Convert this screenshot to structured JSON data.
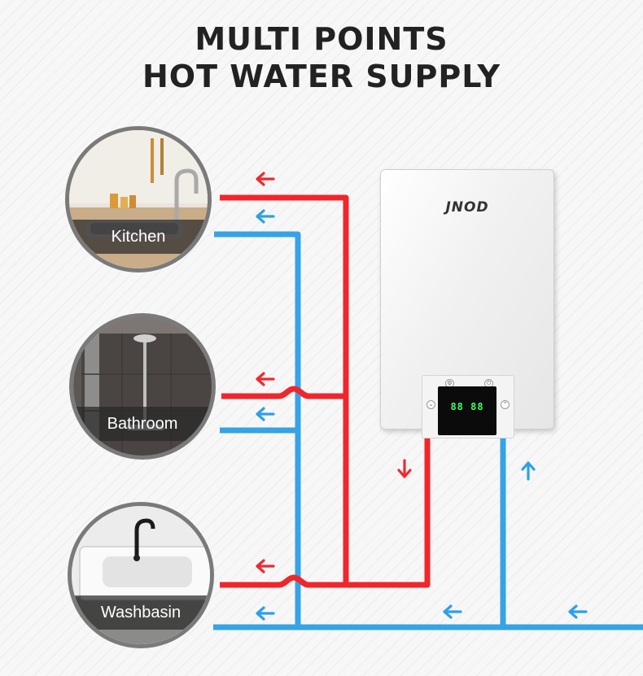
{
  "title": {
    "line1": "MULTI POINTS",
    "line2": "HOT WATER SUPPLY"
  },
  "rooms": [
    {
      "id": "kitchen",
      "label": "Kitchen"
    },
    {
      "id": "bathroom",
      "label": "Bathroom"
    },
    {
      "id": "washbasin",
      "label": "Washbasin"
    }
  ],
  "heater": {
    "brand": "JNOD",
    "display": "88 88",
    "controls": [
      "settings-icon",
      "power-icon",
      "down-icon",
      "up-icon"
    ]
  },
  "colors": {
    "hot_pipe": "#f0262b",
    "cold_pipe": "#35a3e6",
    "hot_arrow": "#ee2a2f",
    "cold_arrow": "#2ea0e8",
    "display_digits": "#3cff5c"
  },
  "icons": [
    "hot-flow-arrow-icon",
    "cold-flow-arrow-icon"
  ]
}
